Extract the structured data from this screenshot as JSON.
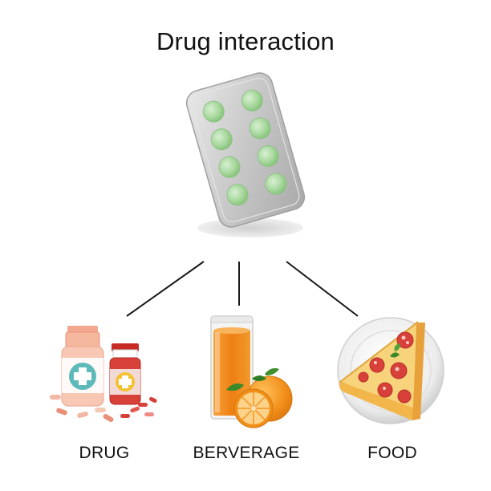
{
  "diagram": {
    "title": "Drug interaction",
    "center_icon": "pill-blister-pack-icon",
    "branches": [
      {
        "label": "DRUG",
        "icon": "medicine-bottles-icon"
      },
      {
        "label": "BERVERAGE",
        "icon": "orange-juice-icon"
      },
      {
        "label": "FOOD",
        "icon": "pizza-slice-icon"
      }
    ]
  },
  "colors": {
    "text": "#111111",
    "line": "#1a1a1a",
    "blister_pack": "#c9c9c9",
    "pill": "#a9d8a1",
    "juice": "#f28a1b",
    "orange": "#f3941f",
    "pizza_crust": "#f2b64a",
    "pepperoni": "#d8403a",
    "plate": "#e6e6e6"
  }
}
